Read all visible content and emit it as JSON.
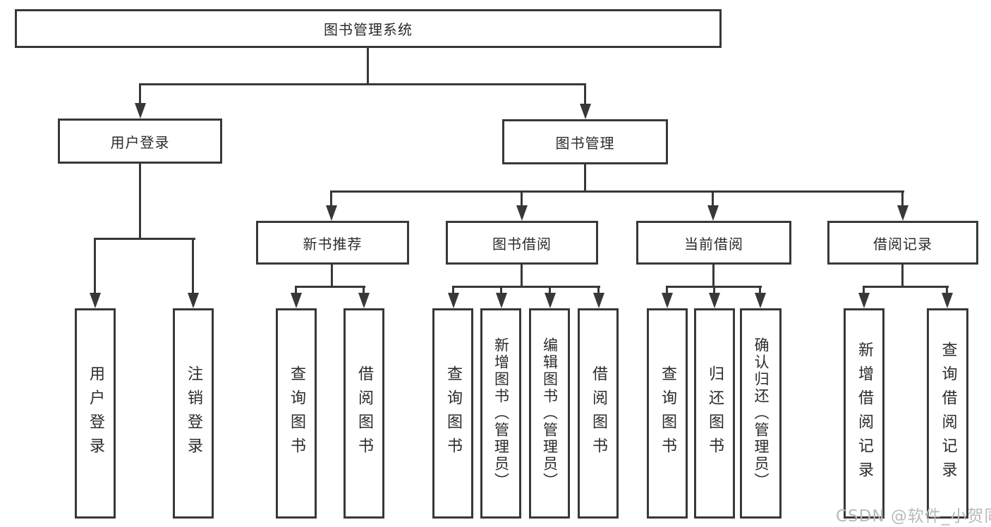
{
  "diagram_title": "图书管理系统",
  "root": {
    "label": "图书管理系统"
  },
  "level2": {
    "user_login": {
      "label": "用户登录"
    },
    "book_management": {
      "label": "图书管理"
    }
  },
  "level3": {
    "new_book_recommend": {
      "label": "新书推荐"
    },
    "book_borrowing": {
      "label": "图书借阅"
    },
    "current_borrowing": {
      "label": "当前借阅"
    },
    "borrowing_records": {
      "label": "借阅记录"
    }
  },
  "leaves": {
    "user_login": "用户登录",
    "logout": "注销登录",
    "recommend_query_books": "查询图书",
    "recommend_borrow_books": "借阅图书",
    "borrowing_query_books": "查询图书",
    "borrowing_add_books": "新增图书（管理员）",
    "borrowing_edit_books": "编辑图书（管理员）",
    "borrowing_borrow_books": "借阅图书",
    "current_query_books": "查询图书",
    "current_return_books": "归还图书",
    "current_confirm_return": "确认归还（管理员）",
    "records_add_record": "新增借阅记录",
    "records_query_record": "查询借阅记录"
  },
  "watermark": {
    "text": "CSDN @软件_小贺同学"
  },
  "colors": {
    "line": "#383838",
    "text": "#2b2b2b",
    "background": "#ffffff",
    "watermark": "#b9b9b9"
  }
}
